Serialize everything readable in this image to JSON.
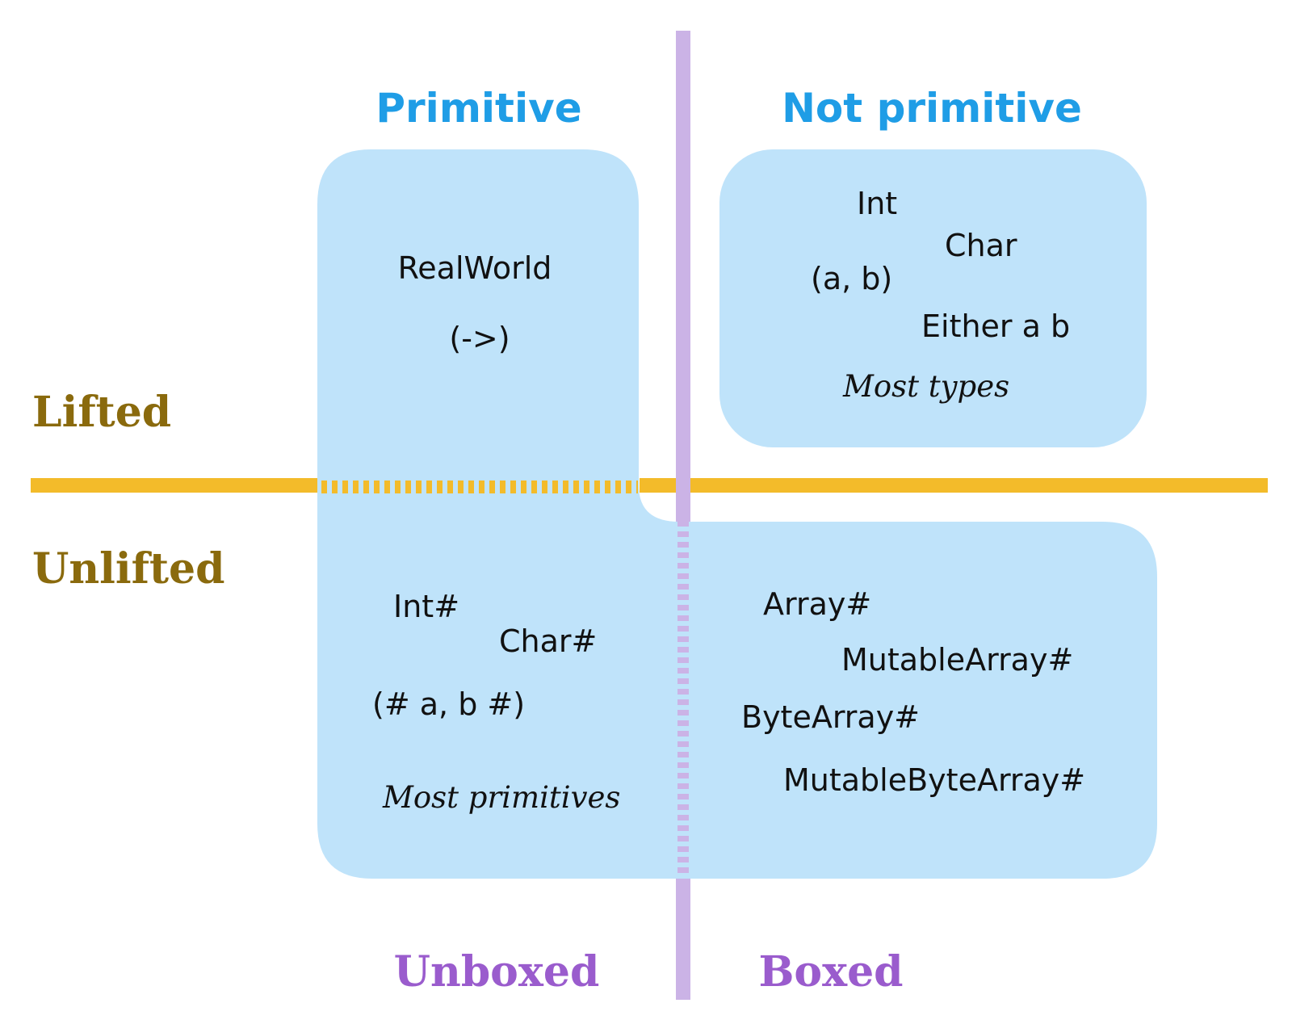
{
  "colors": {
    "region_fill": "#bfe3fa",
    "lifted_line": "#f3bb2a",
    "boxed_line": "#cbb3e6",
    "column_heading": "#1f9de6",
    "row_heading": "#8a6a0d",
    "box_heading": "#9a5ccd",
    "text": "#111111"
  },
  "columns": {
    "primitive": "Primitive",
    "not_primitive": "Not primitive"
  },
  "rows": {
    "lifted": "Lifted",
    "unlifted": "Unlifted"
  },
  "boxing": {
    "unboxed": "Unboxed",
    "boxed": "Boxed"
  },
  "lifted_primitive": {
    "types": [
      "RealWorld",
      "(->)"
    ]
  },
  "lifted_not_primitive": {
    "types": [
      "Int",
      "Char",
      "(a, b)",
      "Either a b"
    ],
    "note": "Most types"
  },
  "unlifted_unboxed": {
    "types": [
      "Int#",
      "Char#",
      "(# a, b #)"
    ],
    "note": "Most primitives"
  },
  "unlifted_boxed": {
    "types": [
      "Array#",
      "MutableArray#",
      "ByteArray#",
      "MutableByteArray#"
    ]
  }
}
